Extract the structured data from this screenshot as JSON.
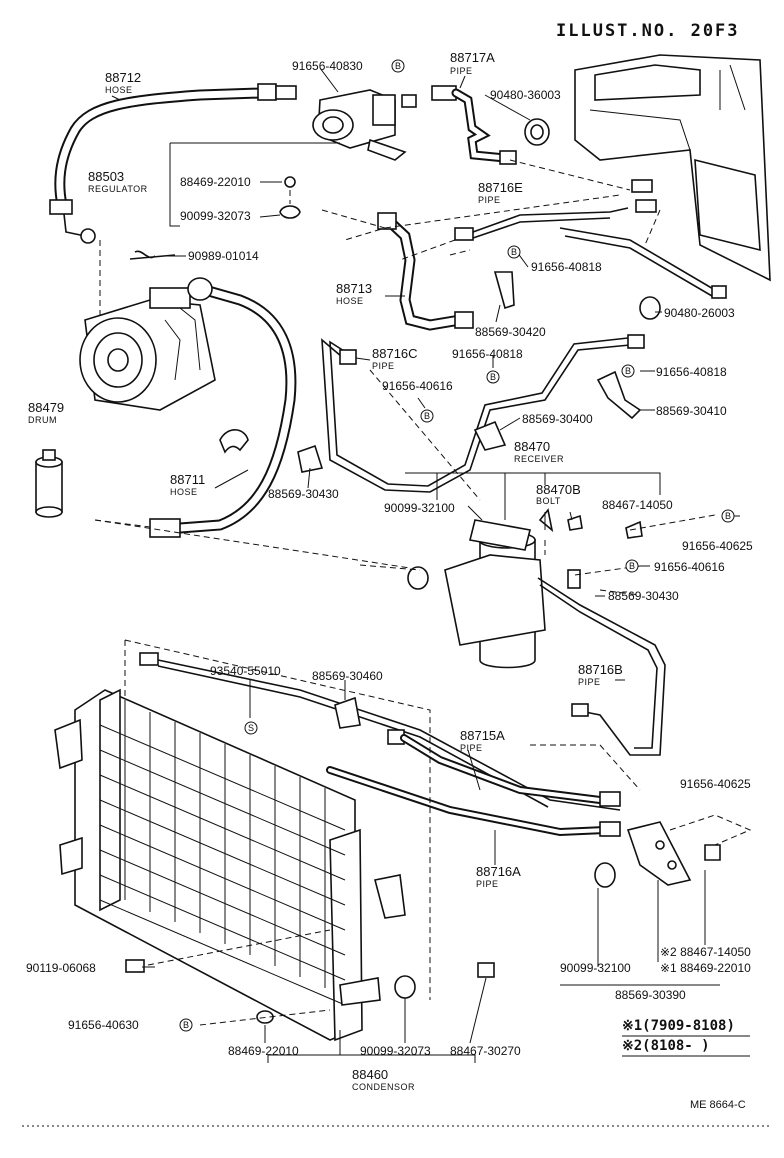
{
  "header": {
    "illust_no": "ILLUST.NO. 20F3"
  },
  "footer": {
    "ref": "ME 8664-C"
  },
  "legend": {
    "line1": "※1(7909-8108)",
    "line2": "※2(8108-      )"
  },
  "parts": {
    "p88712": {
      "num": "88712",
      "name": "HOSE"
    },
    "p91656_40830": {
      "num": "91656-40830",
      "mark": "B"
    },
    "p88717A": {
      "num": "88717A",
      "name": "PIPE"
    },
    "p90480_36003": {
      "num": "90480-36003"
    },
    "p88503": {
      "num": "88503",
      "name": "REGULATOR"
    },
    "p88469_22010_top": {
      "num": "88469-22010"
    },
    "p90099_32073_top": {
      "num": "90099-32073"
    },
    "p88716E": {
      "num": "88716E",
      "name": "PIPE"
    },
    "p90989_01014": {
      "num": "90989-01014"
    },
    "p91656_40818_a": {
      "num": "91656-40818",
      "mark": "B"
    },
    "p90480_26003": {
      "num": "90480-26003"
    },
    "p88713": {
      "num": "88713",
      "name": "HOSE"
    },
    "p88569_30420": {
      "num": "88569-30420"
    },
    "p88716C": {
      "num": "88716C",
      "name": "PIPE"
    },
    "p91656_40818_b": {
      "num": "91656-40818",
      "mark": "B"
    },
    "p91656_40818_c": {
      "num": "91656-40818",
      "mark": "B"
    },
    "p91656_40616_a": {
      "num": "91656-40616",
      "mark": "B"
    },
    "p88479": {
      "num": "88479",
      "name": "DRUM"
    },
    "p88569_30400": {
      "num": "88569-30400"
    },
    "p88569_30410": {
      "num": "88569-30410"
    },
    "p88470": {
      "num": "88470",
      "name": "RECEIVER"
    },
    "p88711": {
      "num": "88711",
      "name": "HOSE"
    },
    "p88569_30430_a": {
      "num": "88569-30430"
    },
    "p88470B": {
      "num": "88470B",
      "name": "BOLT"
    },
    "p90099_32100_a": {
      "num": "90099-32100"
    },
    "p88467_14050_a": {
      "num": "88467-14050"
    },
    "p91656_40625_a": {
      "num": "91656-40625",
      "mark": "B"
    },
    "p91656_40616_b": {
      "num": "91656-40616",
      "mark": "B"
    },
    "p88569_30430_b": {
      "num": "88569-30430"
    },
    "p93540_55010": {
      "num": "93540-55010",
      "mark": "S"
    },
    "p88569_30460": {
      "num": "88569-30460"
    },
    "p88716B": {
      "num": "88716B",
      "name": "PIPE"
    },
    "p88715A": {
      "num": "88715A",
      "name": "PIPE"
    },
    "p91656_40625_b": {
      "num": "91656-40625"
    },
    "p88716A": {
      "num": "88716A",
      "name": "PIPE"
    },
    "p90119_06068": {
      "num": "90119-06068"
    },
    "p90099_32100_b": {
      "num": "90099-32100"
    },
    "p88467_14050_b": {
      "num": "※2 88467-14050"
    },
    "p88469_22010_b": {
      "num": "※1 88469-22010"
    },
    "p88569_30390": {
      "num": "88569-30390"
    },
    "p91656_40630": {
      "num": "91656-40630",
      "mark": "B"
    },
    "p88469_22010_c": {
      "num": "88469-22010"
    },
    "p90099_32073_b": {
      "num": "90099-32073"
    },
    "p88467_30270": {
      "num": "88467-30270"
    },
    "p88460": {
      "num": "88460",
      "name": "CONDENSOR"
    }
  }
}
